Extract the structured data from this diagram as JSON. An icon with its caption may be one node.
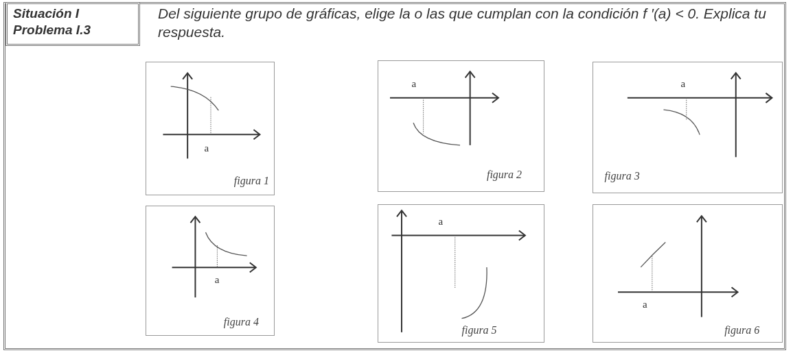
{
  "diagram": {
    "nodes": [
      {
        "text": [
          "Situación I",
          "Problema I.3"
        ]
      },
      {
        "text": [
          "a",
          "figura 1"
        ]
      },
      {
        "text": [
          "a",
          "figura 2"
        ]
      },
      {
        "text": [
          "a",
          "figura 3"
        ]
      },
      {
        "text": [
          "a",
          "figura 4"
        ]
      },
      {
        "text": [
          "a",
          "figura 5"
        ]
      },
      {
        "text": [
          "a",
          "figura 6"
        ]
      }
    ],
    "edges": [],
    "labels": [
      "Del siguiente grupo de gráficas, elige la o las que cumplan con la condición f ′(a) < 0. Explica tu respuesta."
    ]
  }
}
